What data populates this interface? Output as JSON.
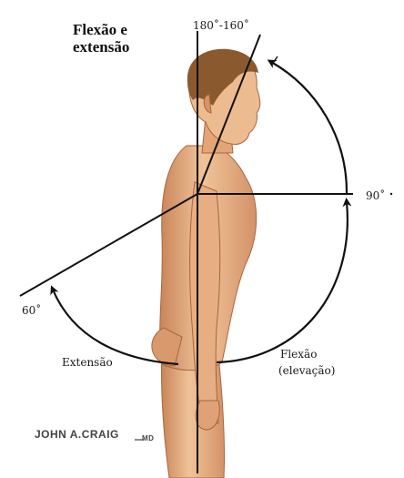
{
  "title_line1": "Flexão e",
  "title_line2": "extensão",
  "labels": {
    "top_range": "180˚-160˚",
    "horizontal": "90˚",
    "extension_angle": "60˚",
    "extension": "Extensão",
    "flexion": "Flexão",
    "flexion_sub": "(elevação)"
  },
  "signature": "JOHN A.CRAIG",
  "signature_suffix": "MD",
  "colors": {
    "skin_light": "#f3c9a0",
    "skin_mid": "#e3a577",
    "skin_dark": "#b86d45",
    "hair": "#8a5a2e",
    "line": "#111111"
  }
}
